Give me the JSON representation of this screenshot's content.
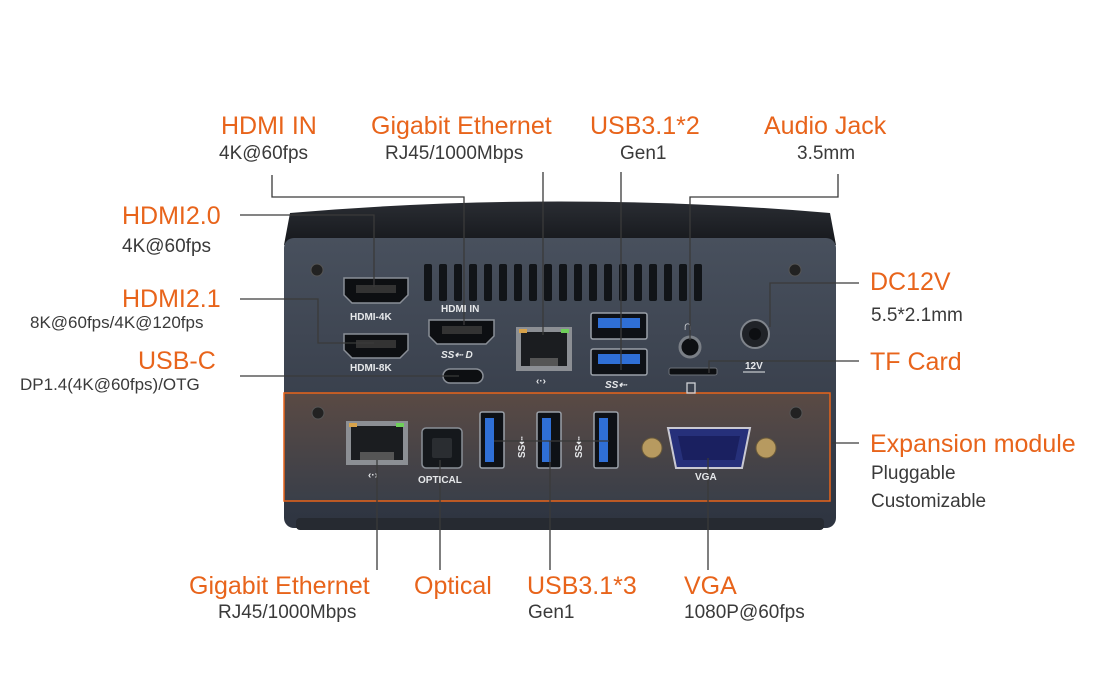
{
  "labels": {
    "hdmi_in": {
      "title": "HDMI IN",
      "sub": "4K@60fps"
    },
    "gigabit_top": {
      "title": "Gigabit Ethernet",
      "sub": "RJ45/1000Mbps"
    },
    "usb31x2": {
      "title": "USB3.1*2",
      "sub": "Gen1"
    },
    "audio_jack": {
      "title": "Audio Jack",
      "sub": "3.5mm"
    },
    "hdmi20": {
      "title": "HDMI2.0",
      "sub": "4K@60fps"
    },
    "hdmi21": {
      "title": "HDMI2.1",
      "sub": "8K@60fps/4K@120fps"
    },
    "usbc": {
      "title": "USB-C",
      "sub": "DP1.4(4K@60fps)/OTG"
    },
    "dc12v": {
      "title": "DC12V",
      "sub": "5.5*2.1mm"
    },
    "tf_card": {
      "title": "TF Card"
    },
    "expansion": {
      "title": "Expansion module",
      "sub1": "Pluggable",
      "sub2": "Customizable"
    },
    "gigabit_bottom": {
      "title": "Gigabit Ethernet",
      "sub": "RJ45/1000Mbps"
    },
    "optical": {
      "title": "Optical"
    },
    "usb31x3": {
      "title": "USB3.1*3",
      "sub": "Gen1"
    },
    "vga": {
      "title": "VGA",
      "sub": "1080P@60fps"
    }
  },
  "panel_print": {
    "hdmi_4k": "HDMI-4K",
    "hdmi_8k": "HDMI-8K",
    "hdmi_in": "HDMI IN",
    "dc": "12V",
    "optical": "OPTICAL",
    "vga": "VGA"
  },
  "colors": {
    "accent": "#e8641b",
    "device": "#3a4250",
    "usb_blue": "#2f6fd6"
  }
}
